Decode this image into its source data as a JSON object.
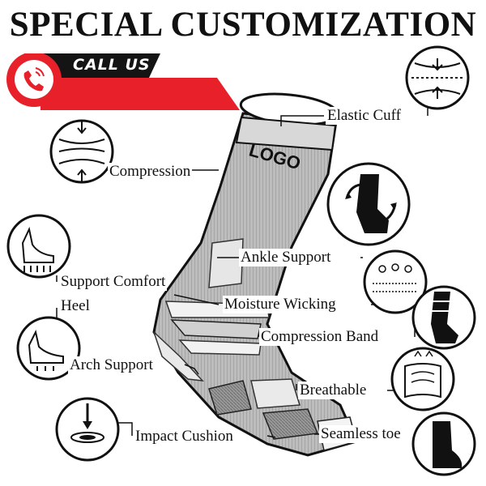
{
  "header": {
    "title": "SPECIAL CUSTOMIZATION"
  },
  "call": {
    "label": "CALL US",
    "icon": "phone-icon",
    "accent": "#e8202a",
    "dark": "#141414"
  },
  "sock": {
    "logo_text": "LOGO"
  },
  "features": {
    "elastic_cuff": "Elastic Cuff",
    "compression": "Compression",
    "ankle_support": "Ankle Support",
    "support_comfort": "Support Comfort",
    "heel": "Heel",
    "moisture_wicking": "Moisture Wicking",
    "compression_band": "Compression Band",
    "arch_support": "Arch Support",
    "breathable": "Breathable",
    "impact_cushion": "Impact Cushion",
    "seamless_toe": "Seamless toe"
  },
  "icons": [
    "elastic-cuff-icon",
    "compression-icon",
    "ankle-rotation-icon",
    "support-comfort-foot-icon",
    "moisture-wicking-icon",
    "compression-band-icon",
    "arch-support-icon",
    "breathable-icon",
    "impact-cushion-icon",
    "seamless-toe-icon"
  ]
}
